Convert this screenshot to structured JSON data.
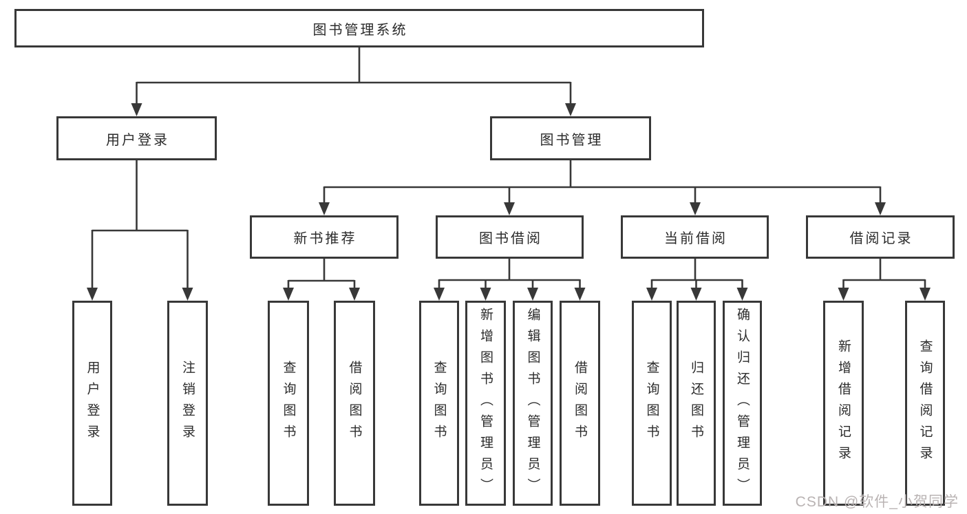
{
  "nodes": {
    "root": "图书管理系统",
    "user_login": "用户登录",
    "book_management": "图书管理",
    "new_book_recommend": "新书推荐",
    "book_borrow": "图书借阅",
    "current_borrow": "当前借阅",
    "borrow_records": "借阅记录",
    "ul_user_login": "用户登录",
    "ul_logout": "注销登录",
    "nb_query_book": "查询图书",
    "nb_borrow_book": "借阅图书",
    "bb_query_book": "查询图书",
    "bb_add_book": "新增图书（管理员）",
    "bb_edit_book": "编辑图书（管理员）",
    "bb_borrow_book": "借阅图书",
    "cb_query_book": "查询图书",
    "cb_return_book": "归还图书",
    "cb_confirm_return": "确认归还（管理员）",
    "br_add_record": "新增借阅记录",
    "br_query_record": "查询借阅记录"
  },
  "watermark": "CSDN @软件_小贺同学",
  "colors": {
    "line": "#383838",
    "text": "#2b2b2b",
    "watermark": "#b9b3b3"
  }
}
